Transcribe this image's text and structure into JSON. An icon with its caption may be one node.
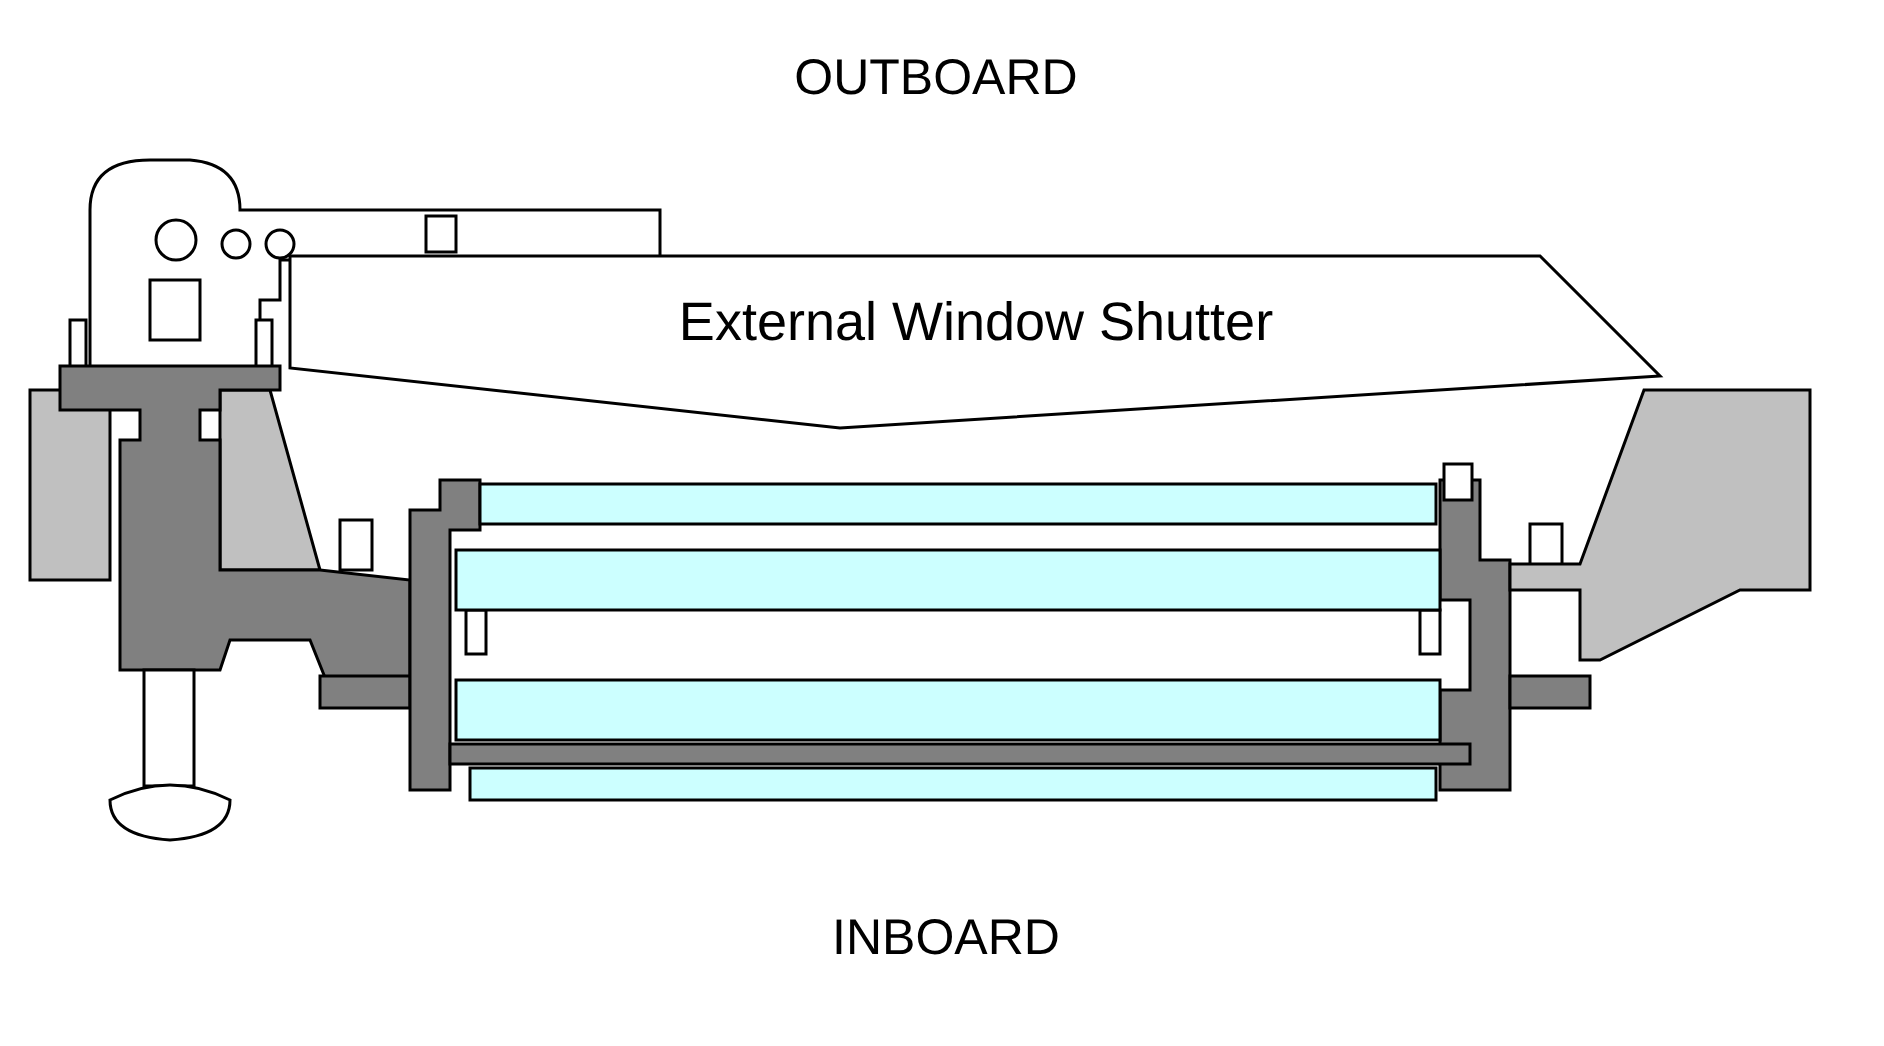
{
  "diagram": {
    "nodes": [
      {
        "text": [
          "External Window Shutter"
        ]
      }
    ],
    "labels": [
      "OUTBOARD",
      "INBOARD"
    ]
  }
}
